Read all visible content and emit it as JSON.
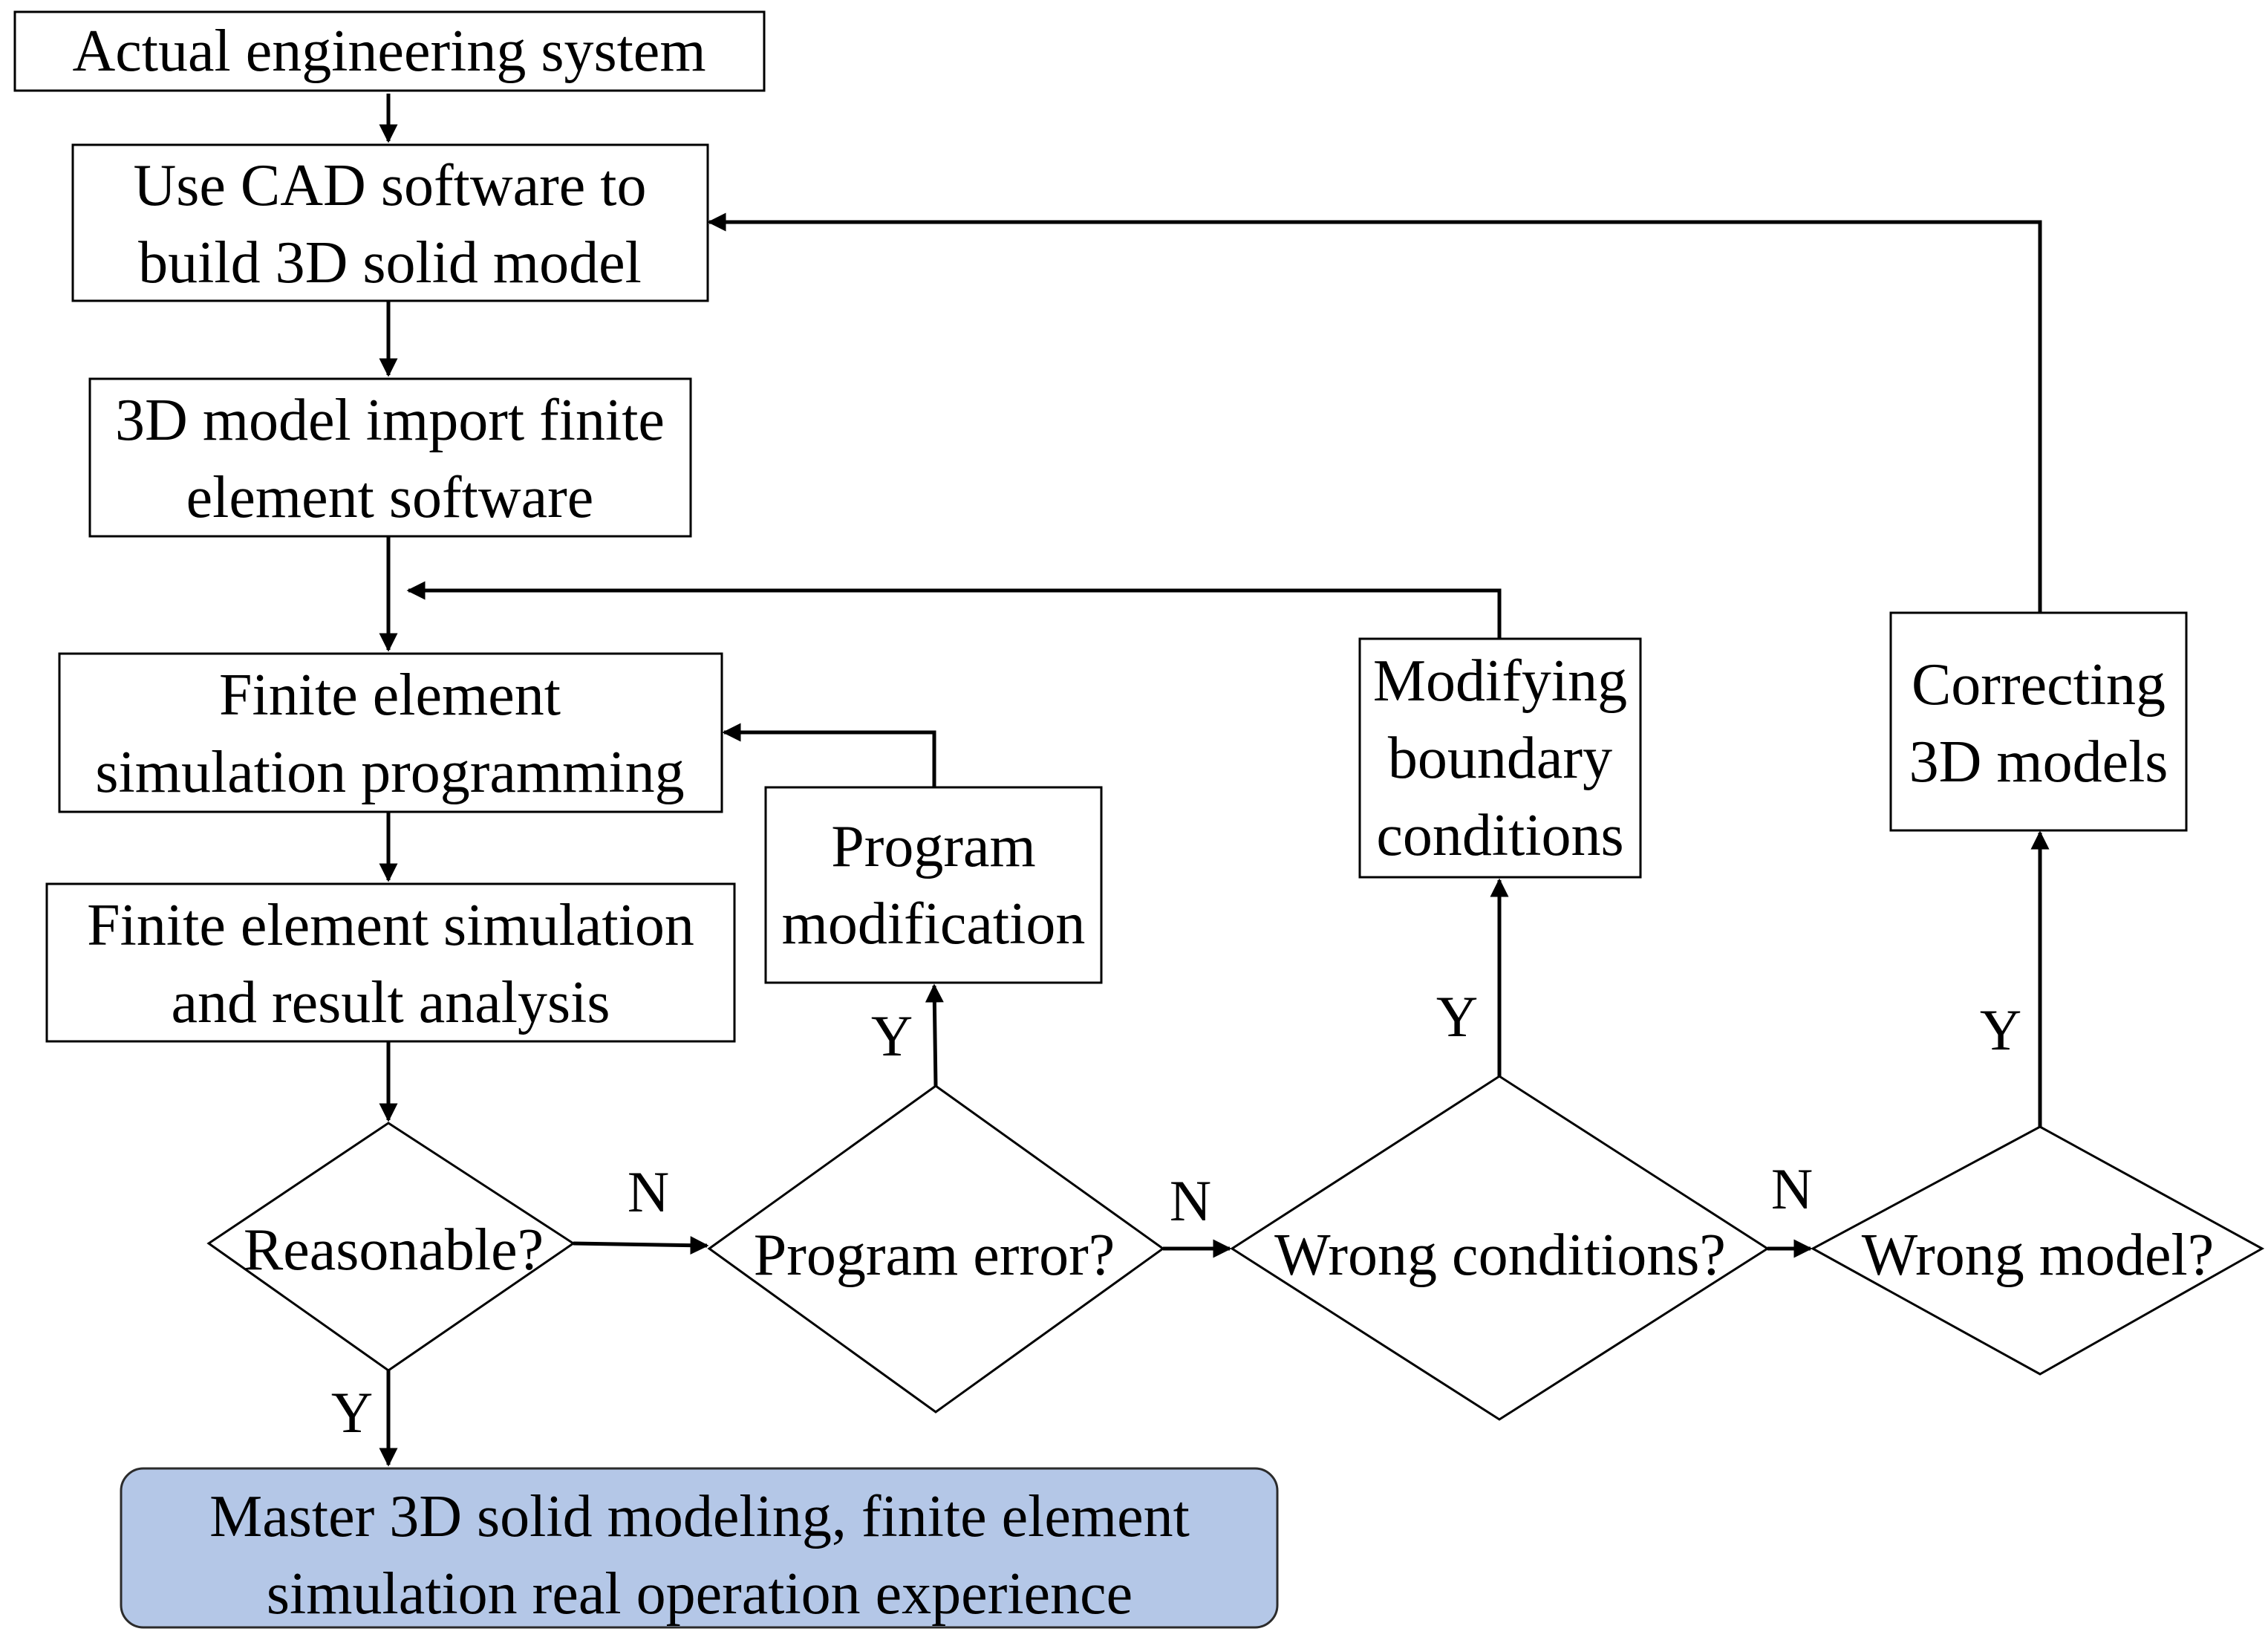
{
  "colors": {
    "stroke": "#000000",
    "box_fill": "#ffffff",
    "final_fill": "#b4c7e7"
  },
  "nodes": {
    "actual_system": {
      "lines": [
        "Actual engineering system"
      ]
    },
    "cad_model": {
      "lines": [
        "Use CAD software to",
        "build 3D solid model"
      ]
    },
    "import_fe": {
      "lines": [
        "3D model import finite",
        "element software"
      ]
    },
    "fe_programming": {
      "lines": [
        "Finite element",
        "simulation programming"
      ]
    },
    "fe_analysis": {
      "lines": [
        "Finite element simulation",
        "and result analysis"
      ]
    },
    "reasonable": {
      "lines": [
        "Reasonable?"
      ]
    },
    "program_error": {
      "lines": [
        "Program error?"
      ]
    },
    "wrong_conditions": {
      "lines": [
        "Wrong conditions?"
      ]
    },
    "wrong_model": {
      "lines": [
        "Wrong model?"
      ]
    },
    "program_modification": {
      "lines": [
        "Program",
        "modification"
      ]
    },
    "modifying_boundary": {
      "lines": [
        "Modifying",
        "boundary",
        "conditions"
      ]
    },
    "correcting_models": {
      "lines": [
        "Correcting",
        "3D models"
      ]
    },
    "master_experience": {
      "lines": [
        "Master 3D solid modeling, finite element",
        "simulation real operation experience"
      ]
    }
  },
  "edge_labels": {
    "reasonable_no": "N",
    "reasonable_yes": "Y",
    "program_error_no": "N",
    "program_error_yes": "Y",
    "wrong_conditions_no": "N",
    "wrong_conditions_yes": "Y",
    "wrong_model_yes": "Y"
  }
}
